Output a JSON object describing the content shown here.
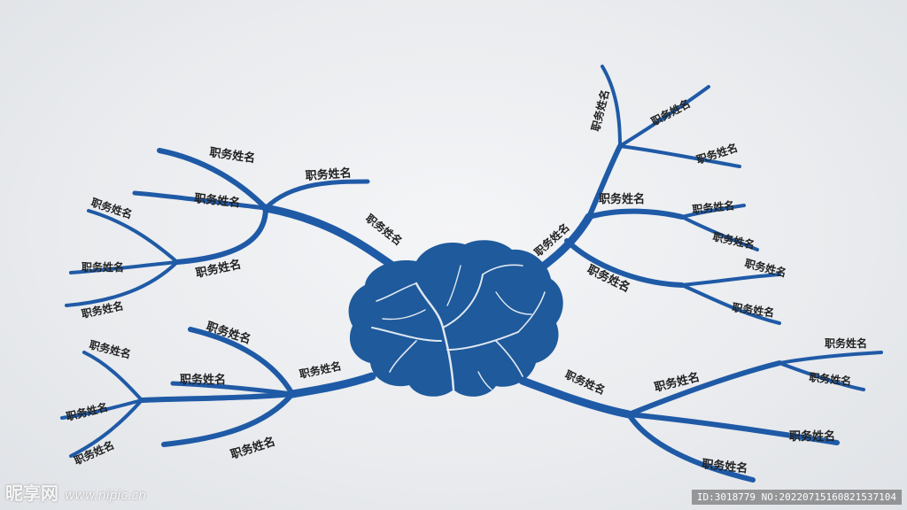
{
  "label": "职务姓名",
  "branch_color": "#1f5aa6",
  "brain_color": "#1e5a9c",
  "watermark": {
    "brand": "昵享网",
    "url": "www.nipic.cn",
    "id_text": "ID:3018779 NO:20220715160821537104"
  }
}
